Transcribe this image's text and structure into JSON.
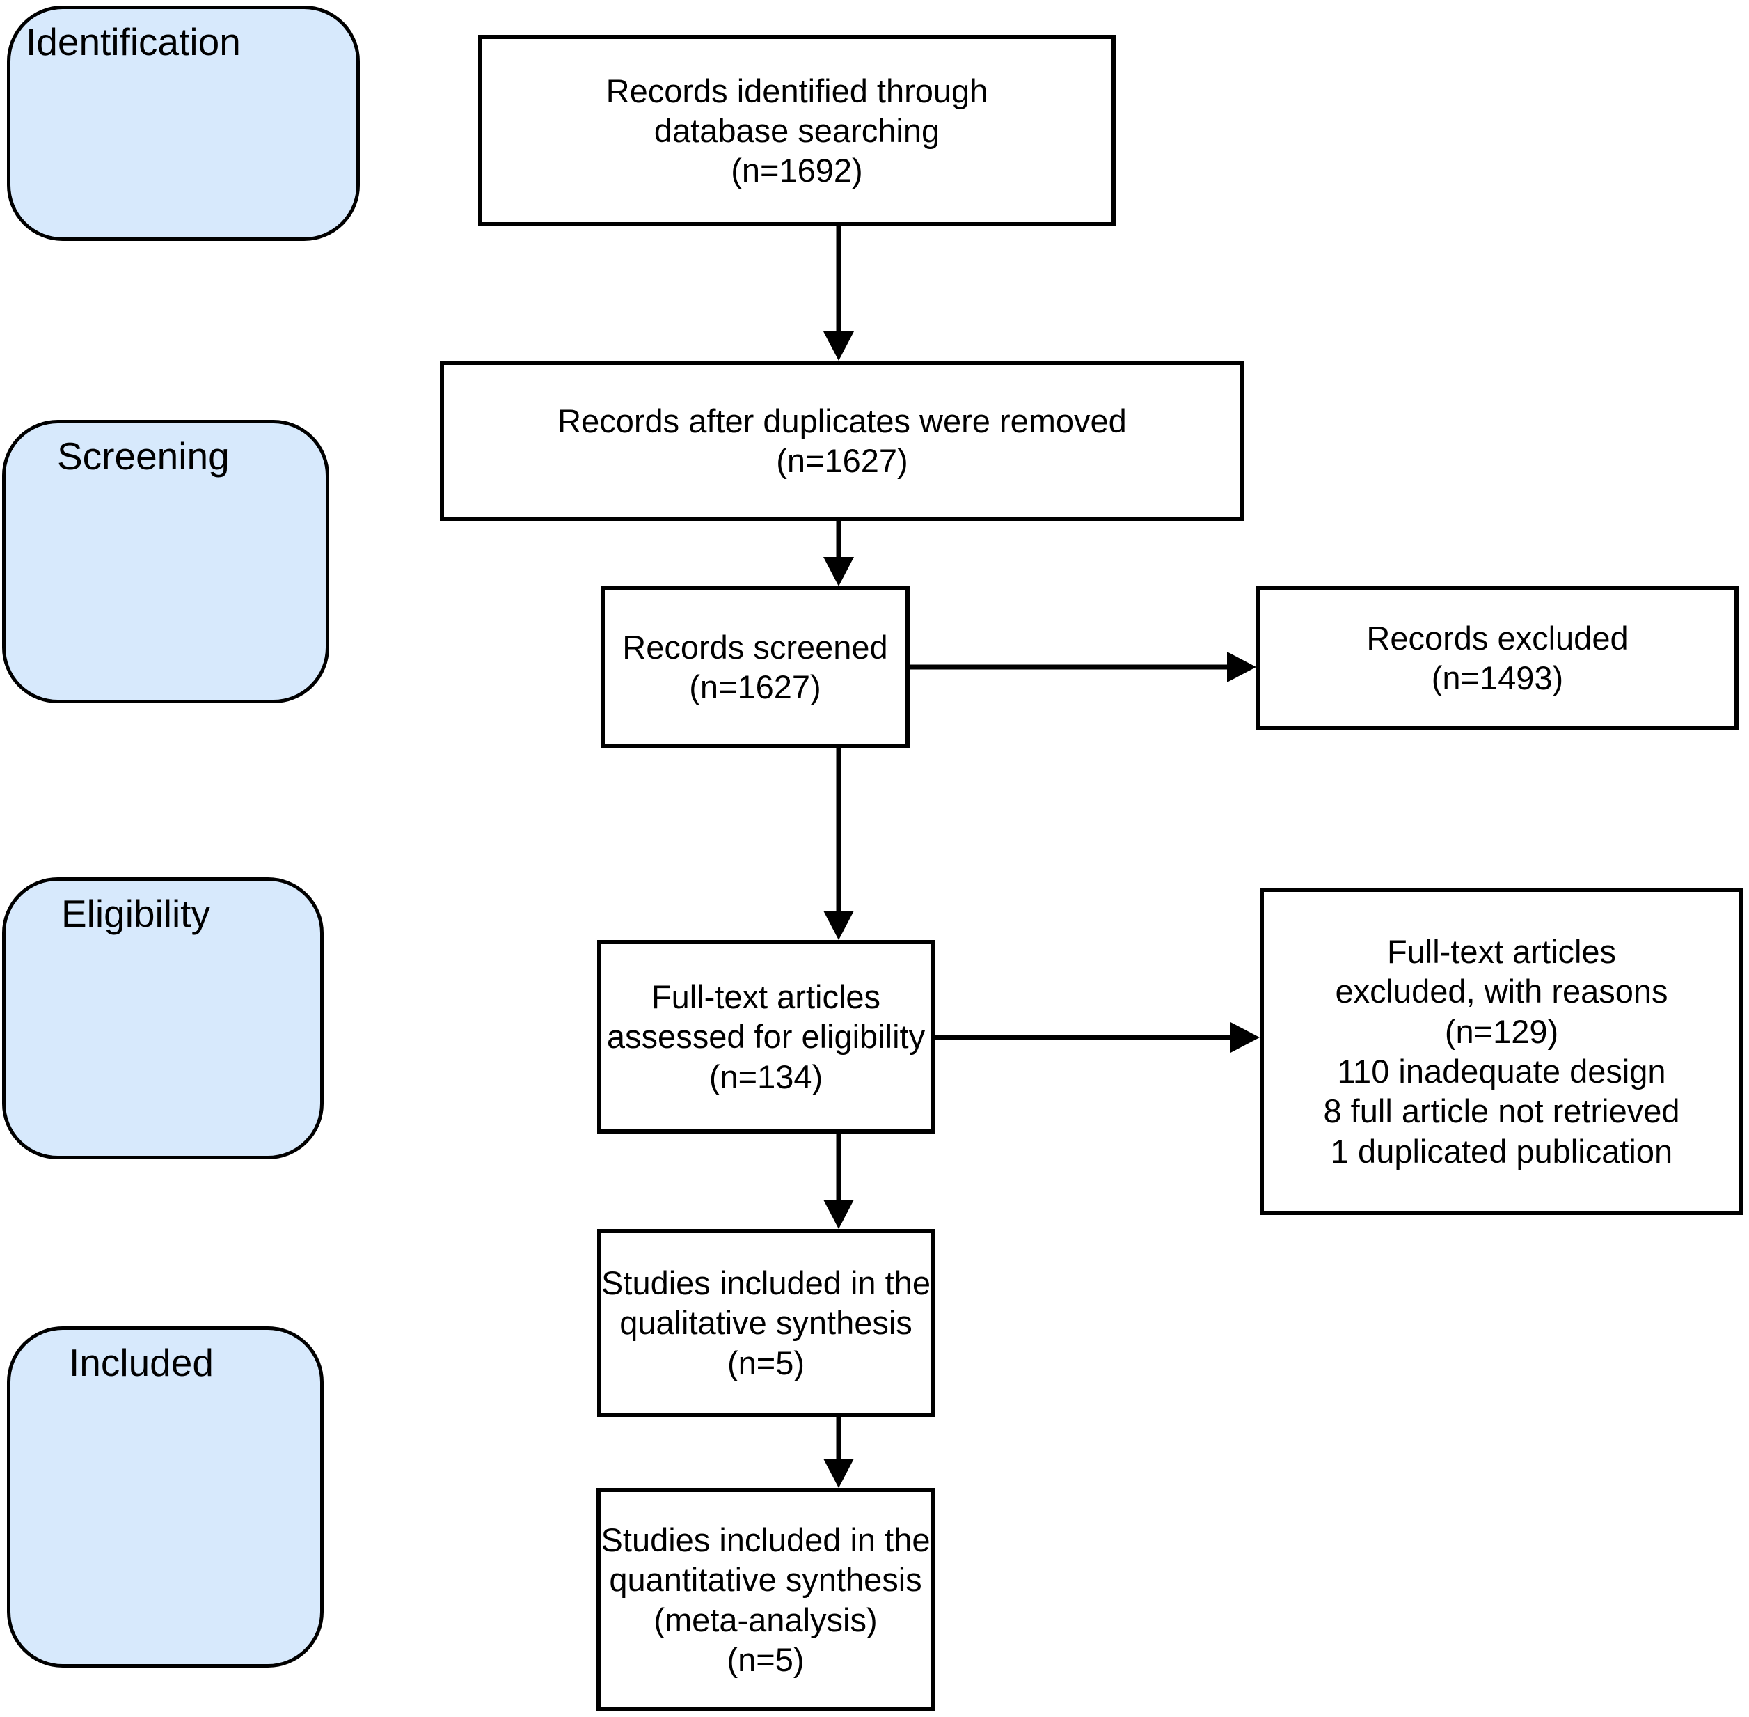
{
  "diagram_type": "PRISMA flow diagram",
  "colors": {
    "stage_fill": "#d7e9fc",
    "border": "#000000",
    "box_fill": "#ffffff",
    "text": "#000000",
    "background": "#ffffff"
  },
  "stages": [
    {
      "id": "identification",
      "label": "Identification"
    },
    {
      "id": "screening",
      "label": "Screening"
    },
    {
      "id": "eligibility",
      "label": "Eligibility"
    },
    {
      "id": "included",
      "label": "Included"
    }
  ],
  "flow_boxes": [
    {
      "id": "records-identified",
      "n": 1692,
      "text": "Records identified through\ndatabase searching\n(n=1692)"
    },
    {
      "id": "records-after-duplicates",
      "n": 1627,
      "text": "Records after duplicates were removed\n(n=1627)"
    },
    {
      "id": "records-screened",
      "n": 1627,
      "text": "Records screened\n(n=1627)"
    },
    {
      "id": "fulltext-assessed",
      "n": 134,
      "text": "Full-text articles\nassessed for eligibility\n(n=134)"
    },
    {
      "id": "qualitative-synthesis",
      "n": 5,
      "text": "Studies included in the\nqualitative synthesis\n(n=5)"
    },
    {
      "id": "quantitative-synthesis",
      "n": 5,
      "text": "Studies included in the\nquantitative synthesis\n(meta-analysis)\n(n=5)"
    }
  ],
  "exclusion_boxes": [
    {
      "id": "records-excluded",
      "n": 1493,
      "text": "Records excluded\n(n=1493)"
    },
    {
      "id": "fulltext-excluded",
      "n": 129,
      "reasons": [
        {
          "count": 110,
          "reason": "inadequate design"
        },
        {
          "count": 8,
          "reason": "full article not retrieved"
        },
        {
          "count": 1,
          "reason": "duplicated publication"
        }
      ],
      "text": "Full-text articles\nexcluded, with reasons\n(n=129)\n110 inadequate design\n8 full article not retrieved\n1 duplicated publication"
    }
  ]
}
